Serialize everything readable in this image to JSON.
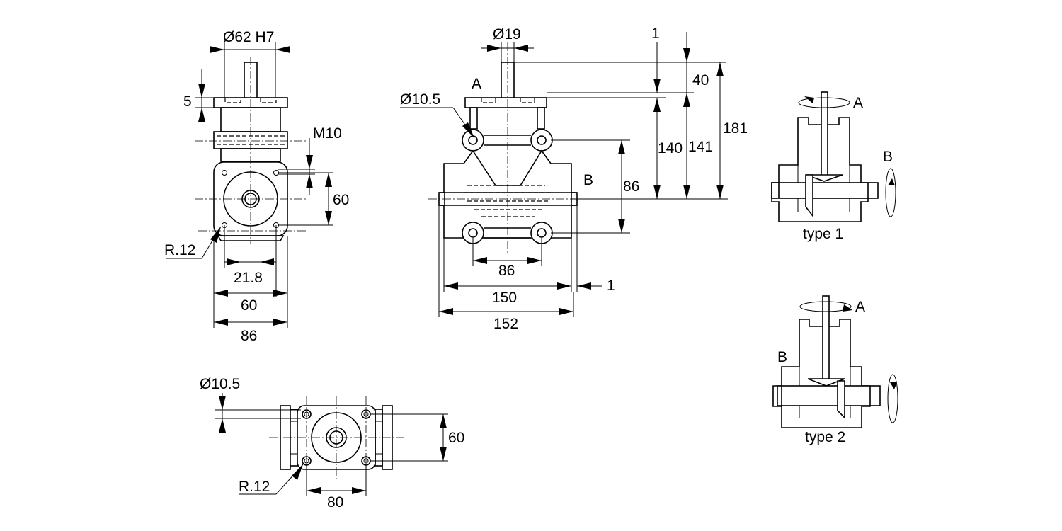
{
  "side_view": {
    "bore_label": "Ø62 H7",
    "flange_thickness": "5",
    "thread_label": "M10",
    "bolt_spacing_vertical": "60",
    "corner_radius": "R.12",
    "shaft_offset": "21.8",
    "bolt_spacing_horizontal": "60",
    "body_width": "86"
  },
  "front_view": {
    "shaft_diameter": "Ø19",
    "shaft_label": "A",
    "hole_diameter": "Ø10.5",
    "output_label": "B",
    "top_gap": "1",
    "shaft_length": "40",
    "height_140": "140",
    "height_141": "141",
    "total_height": "181",
    "side_height": "86",
    "hole_spacing": "86",
    "width_150": "150",
    "width_152": "152",
    "side_gap": "1"
  },
  "bottom_view": {
    "hole_diameter": "Ø10.5",
    "bolt_spacing_vertical": "60",
    "corner_radius": "R.12",
    "bolt_spacing_horizontal": "80"
  },
  "type1": {
    "label": "type 1",
    "input_label": "A",
    "output_label": "B"
  },
  "type2": {
    "label": "type 2",
    "input_label": "A",
    "output_label": "B"
  }
}
